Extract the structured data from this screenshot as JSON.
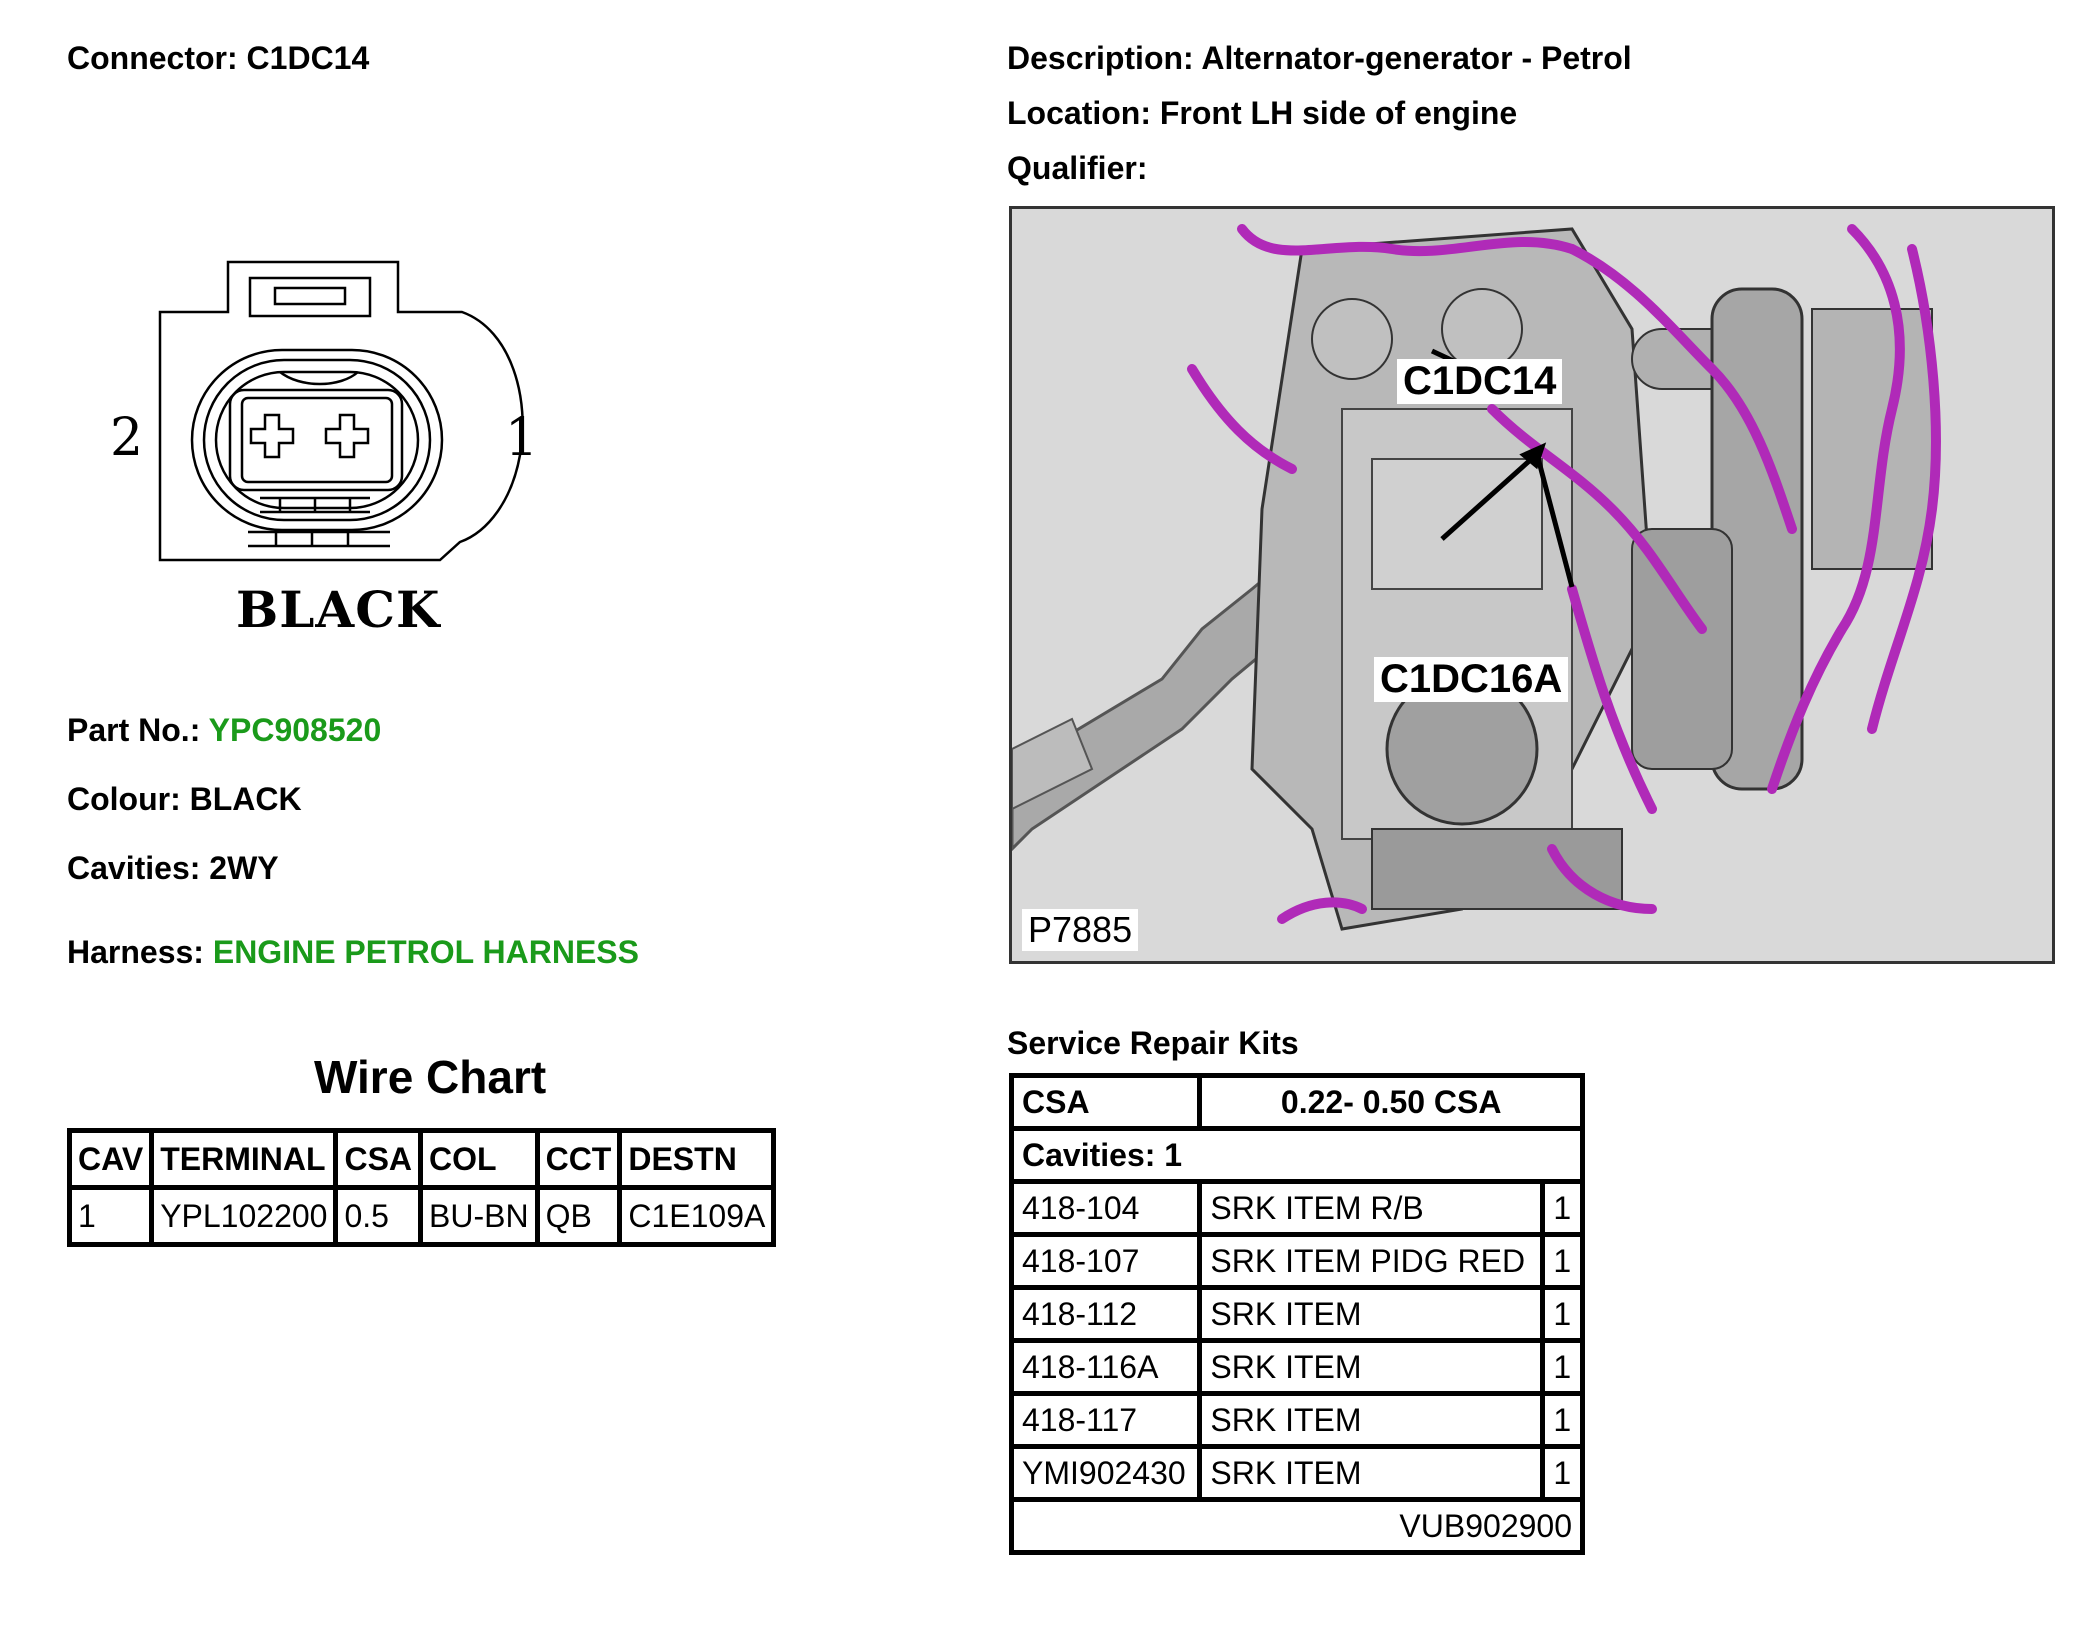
{
  "header": {
    "connector_label": "Connector:",
    "connector_value": "C1DC14",
    "description_label": "Description:",
    "description_value": "Alternator-generator - Petrol",
    "location_label": "Location:",
    "location_value": "Front LH side of engine",
    "qualifier_label": "Qualifier:",
    "qualifier_value": ""
  },
  "connector_face": {
    "pin_left": "2",
    "pin_right": "1",
    "colour_text": "BLACK"
  },
  "details": {
    "part_no_label": "Part No.:",
    "part_no_value": "YPC908520",
    "colour_label": "Colour:",
    "colour_value": "BLACK",
    "cavities_label": "Cavities:",
    "cavities_value": "2WY",
    "harness_label": "Harness:",
    "harness_value": "ENGINE PETROL HARNESS",
    "link_color": "#1a9a1a"
  },
  "wire_chart": {
    "title": "Wire Chart",
    "headers": [
      "CAV",
      "TERMINAL",
      "CSA",
      "COL",
      "CCT",
      "DESTN"
    ],
    "rows": [
      [
        "1",
        "YPL102200",
        "0.5",
        "BU-BN",
        "QB",
        "C1E109A"
      ]
    ]
  },
  "engine_image": {
    "callout_1": "C1DC14",
    "callout_2": "C1DC16A",
    "reference": "P7885",
    "harness_color": "#b02ab8"
  },
  "service_repair_kits": {
    "title": "Service Repair Kits",
    "csa_label": "CSA",
    "csa_value": "0.22- 0.50 CSA",
    "cavities_text": "Cavities: 1",
    "items": [
      [
        "418-104",
        "SRK ITEM R/B",
        "1"
      ],
      [
        "418-107",
        "SRK ITEM PIDG RED",
        "1"
      ],
      [
        "418-112",
        "SRK ITEM",
        "1"
      ],
      [
        "418-116A",
        "SRK ITEM",
        "1"
      ],
      [
        "418-117",
        "SRK ITEM",
        "1"
      ],
      [
        "YMI902430",
        "SRK ITEM",
        "1"
      ]
    ],
    "footer": "VUB902900"
  }
}
